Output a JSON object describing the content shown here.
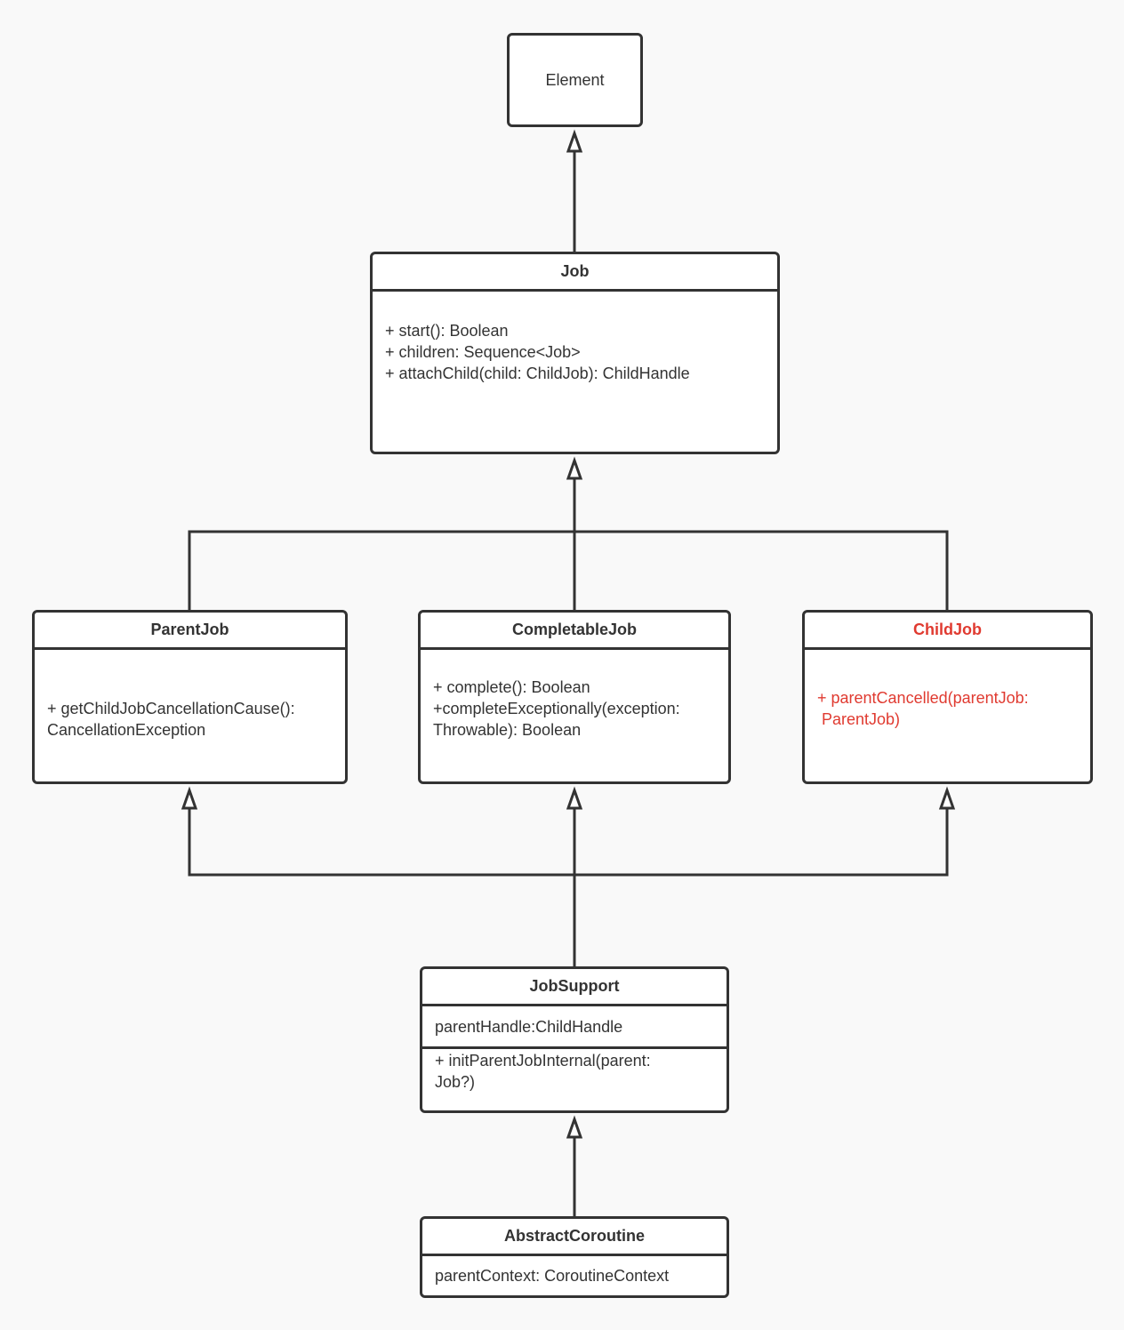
{
  "diagram": {
    "colors": {
      "stroke": "#333333",
      "highlight": "#e03a30",
      "background": "#f9f9f9",
      "box_fill": "#ffffff"
    },
    "element": {
      "name": "Element"
    },
    "job": {
      "name": "Job",
      "members": [
        "+ start(): Boolean",
        "+ children: Sequence<Job>",
        "+ attachChild(child: ChildJob): ChildHandle"
      ]
    },
    "parent_job": {
      "name": "ParentJob",
      "members": [
        "+ getChildJobCancellationCause():",
        "CancellationException"
      ]
    },
    "completable_job": {
      "name": "CompletableJob",
      "members": [
        "+ complete(): Boolean",
        "+completeExceptionally(exception:",
        "Throwable): Boolean"
      ]
    },
    "child_job": {
      "name": "ChildJob",
      "members": [
        "+ parentCancelled(parentJob:",
        " ParentJob)"
      ]
    },
    "job_support": {
      "name": "JobSupport",
      "attribute": "parentHandle:ChildHandle",
      "members": [
        "+ initParentJobInternal(parent:",
        "Job?)"
      ]
    },
    "abstract_coroutine": {
      "name": "AbstractCoroutine",
      "attribute": "parentContext: CoroutineContext"
    },
    "relations": [
      {
        "from": "Job",
        "to": "Element",
        "type": "inheritance"
      },
      {
        "from": "ParentJob",
        "to": "Job",
        "type": "inheritance"
      },
      {
        "from": "CompletableJob",
        "to": "Job",
        "type": "inheritance"
      },
      {
        "from": "ChildJob",
        "to": "Job",
        "type": "inheritance"
      },
      {
        "from": "JobSupport",
        "to": "ParentJob",
        "type": "inheritance"
      },
      {
        "from": "JobSupport",
        "to": "CompletableJob",
        "type": "inheritance"
      },
      {
        "from": "JobSupport",
        "to": "ChildJob",
        "type": "inheritance"
      },
      {
        "from": "AbstractCoroutine",
        "to": "JobSupport",
        "type": "inheritance"
      }
    ]
  }
}
